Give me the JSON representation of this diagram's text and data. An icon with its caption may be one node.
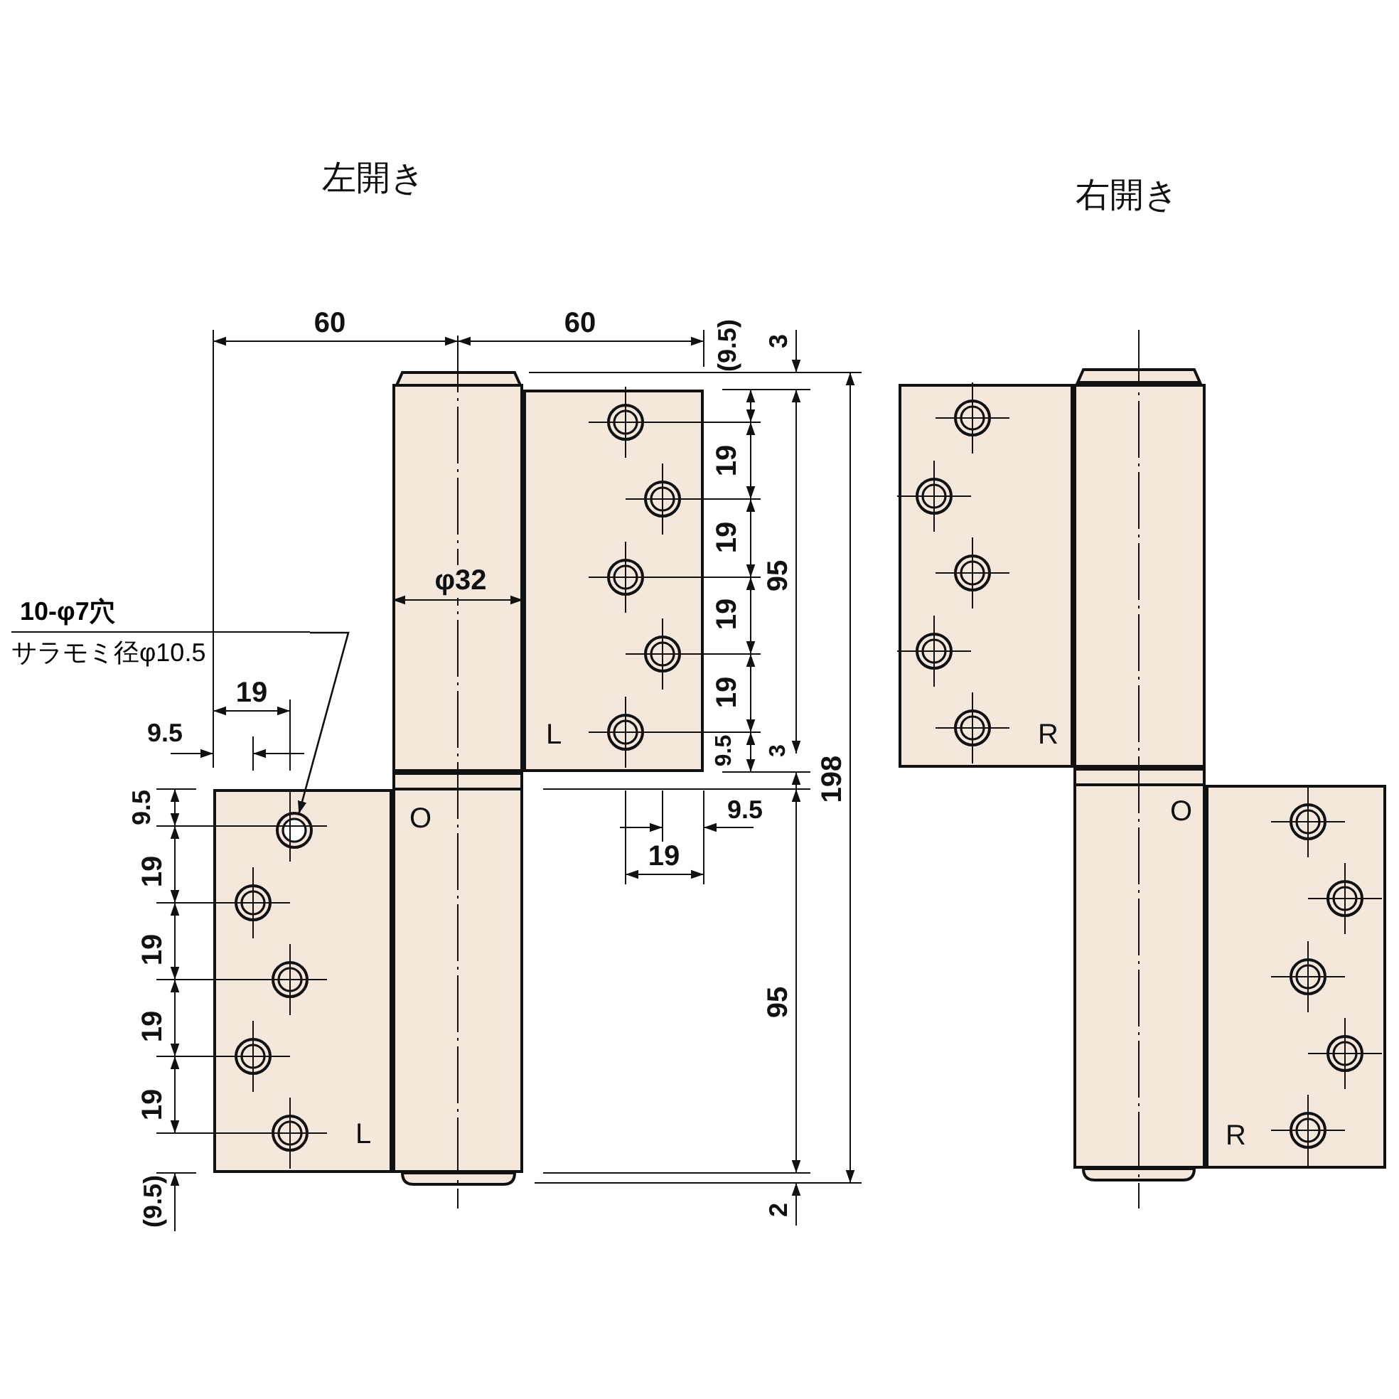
{
  "diagram": {
    "nodes": [
      {
        "text": [
          "10-φ7穴",
          "サラモミ径φ10.5"
        ]
      },
      {
        "text": [],
        "shape": "box"
      },
      {
        "text": [
          "L"
        ]
      },
      {
        "text": [
          "L"
        ]
      },
      {
        "text": [],
        "shape": "circle",
        "in": 3
      },
      {
        "text": [
          "O"
        ]
      },
      {
        "text": [
          "R"
        ]
      },
      {
        "text": [],
        "shape": "box"
      },
      {
        "text": [
          "O"
        ]
      },
      {
        "text": [
          "R"
        ]
      }
    ],
    "edges": [
      {
        "from": 0,
        "to": 4,
        "arrow": "to"
      }
    ],
    "labels": [
      "左開き",
      "右開き",
      "60",
      "60",
      "(9.5)",
      "3",
      "19",
      "19",
      "95",
      "φ32",
      "19",
      "19",
      "19",
      "9.5",
      "9.5",
      "3",
      "198",
      "9.5",
      "9.5",
      "19",
      "19",
      "19",
      "95",
      "19",
      "19",
      "(9.5)",
      "2"
    ]
  }
}
